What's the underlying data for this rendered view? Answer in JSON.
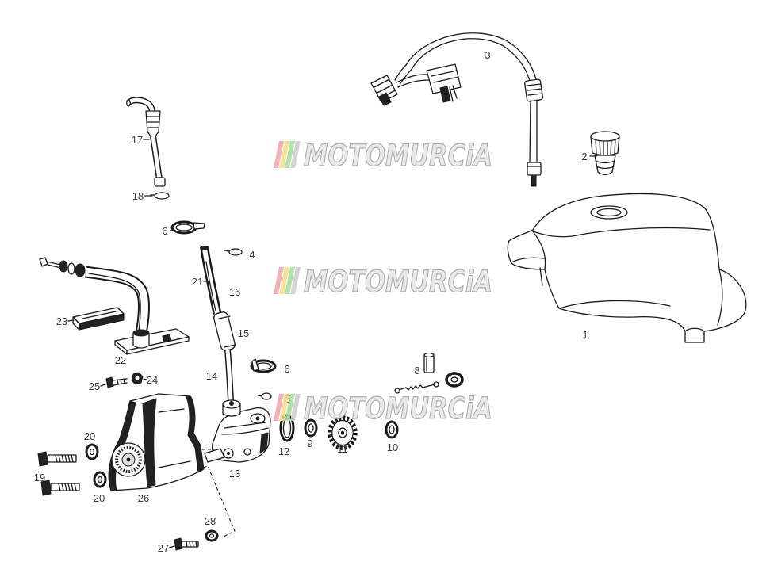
{
  "callouts": [
    "1",
    "2",
    "3",
    "4",
    "5",
    "6",
    "6",
    "8",
    "9",
    "10",
    "11",
    "12",
    "13",
    "14",
    "15",
    "16",
    "17",
    "18",
    "19",
    "20",
    "20",
    "21",
    "22",
    "23",
    "24",
    "25",
    "26",
    "27",
    "28"
  ],
  "watermark": {
    "text": "MOTOMURCiA",
    "stripe_colors": [
      "#f2a7b0",
      "#f3e08a",
      "#a9dc9c",
      "#cfcfcf"
    ],
    "fill": "#e6e6e6",
    "stroke": "#a0a0a0"
  },
  "colors": {
    "line": "#1a1a1a",
    "label": "#3a3a3a"
  }
}
